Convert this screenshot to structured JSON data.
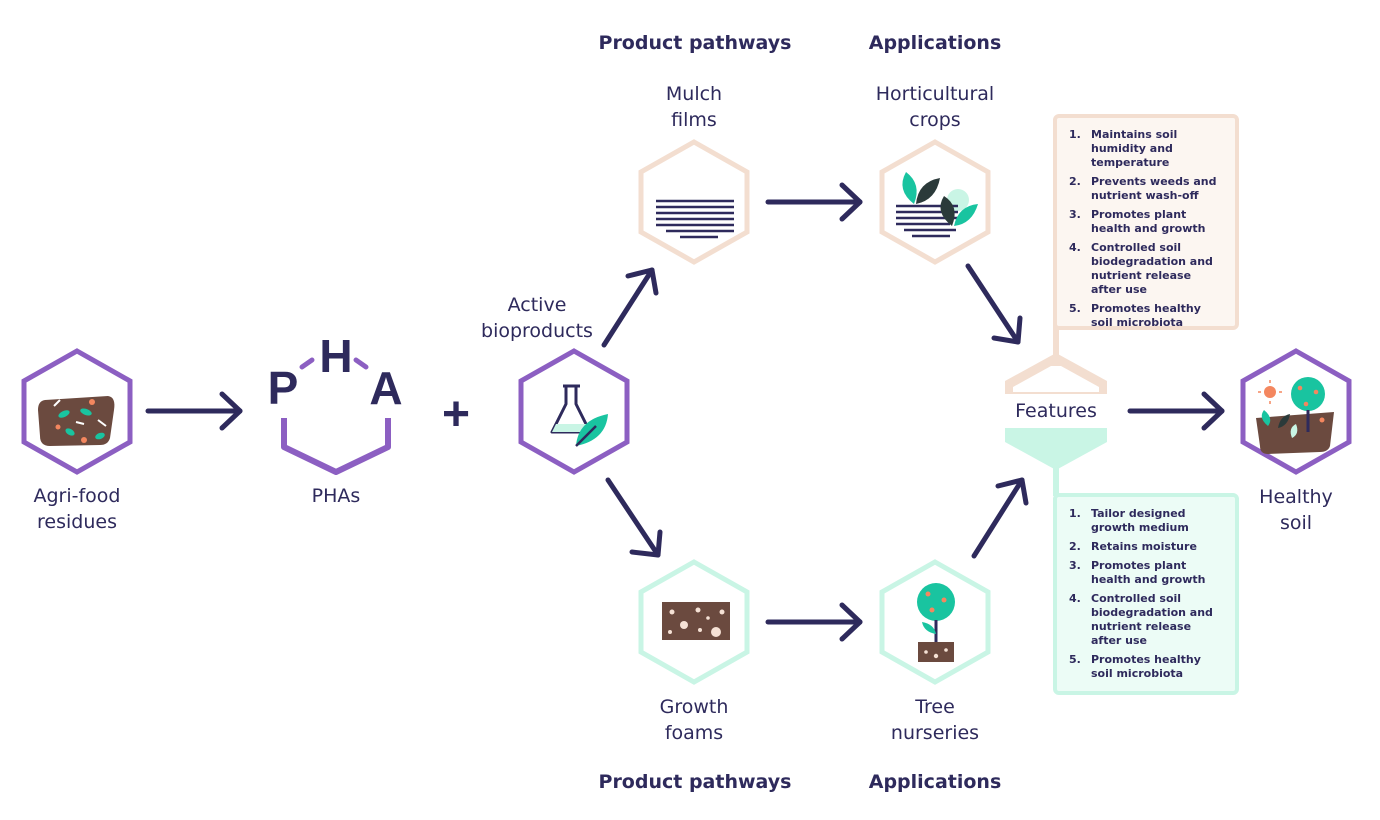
{
  "headers": {
    "pathways_top": "Product pathways",
    "applications_top": "Applications",
    "pathways_bottom": "Product pathways",
    "applications_bottom": "Applications"
  },
  "nodes": {
    "agrifood": {
      "line1": "Agri-food",
      "line2": "residues"
    },
    "phas": {
      "label": "PHAs",
      "letters": [
        "P",
        "H",
        "A"
      ]
    },
    "active": {
      "line1": "Active",
      "line2": "bioproducts"
    },
    "mulch": {
      "line1": "Mulch",
      "line2": "films"
    },
    "horticultural": {
      "line1": "Horticultural",
      "line2": "crops"
    },
    "growth": {
      "line1": "Growth",
      "line2": "foams"
    },
    "tree": {
      "line1": "Tree",
      "line2": "nurseries"
    },
    "features": {
      "label": "Features"
    },
    "healthy": {
      "line1": "Healthy",
      "line2": "soil"
    },
    "plus": "+"
  },
  "features_top": [
    {
      "num": "1.",
      "text": "Maintains soil humidity and temperature"
    },
    {
      "num": "2.",
      "text": "Prevents weeds and nutrient wash-off"
    },
    {
      "num": "3.",
      "text": "Promotes plant health and growth"
    },
    {
      "num": "4.",
      "text": "Controlled soil biodegradation and nutrient release after use"
    },
    {
      "num": "5.",
      "text": "Promotes healthy soil microbiota"
    }
  ],
  "features_bottom": [
    {
      "num": "1.",
      "text": "Tailor designed growth medium"
    },
    {
      "num": "2.",
      "text": "Retains moisture"
    },
    {
      "num": "3.",
      "text": "Promotes plant health and growth"
    },
    {
      "num": "4.",
      "text": "Controlled soil biodegradation and nutrient release after use"
    },
    {
      "num": "5.",
      "text": "Promotes healthy soil microbiota"
    }
  ],
  "colors": {
    "navy": "#2e2a5c",
    "purple": "#8c5fc2",
    "peach": "#f3ded0",
    "mint": "#c9f5e5",
    "teal": "#19c4a0",
    "soil": "#6b4a3f",
    "orange": "#f4875f"
  },
  "icons": {
    "agrifood": "soil-residues-icon",
    "active": "flask-leaf-icon",
    "mulch": "mulch-film-icon",
    "horticultural": "crops-icon",
    "growth": "foam-block-icon",
    "tree": "tree-sapling-icon",
    "healthy": "healthy-soil-icon"
  }
}
